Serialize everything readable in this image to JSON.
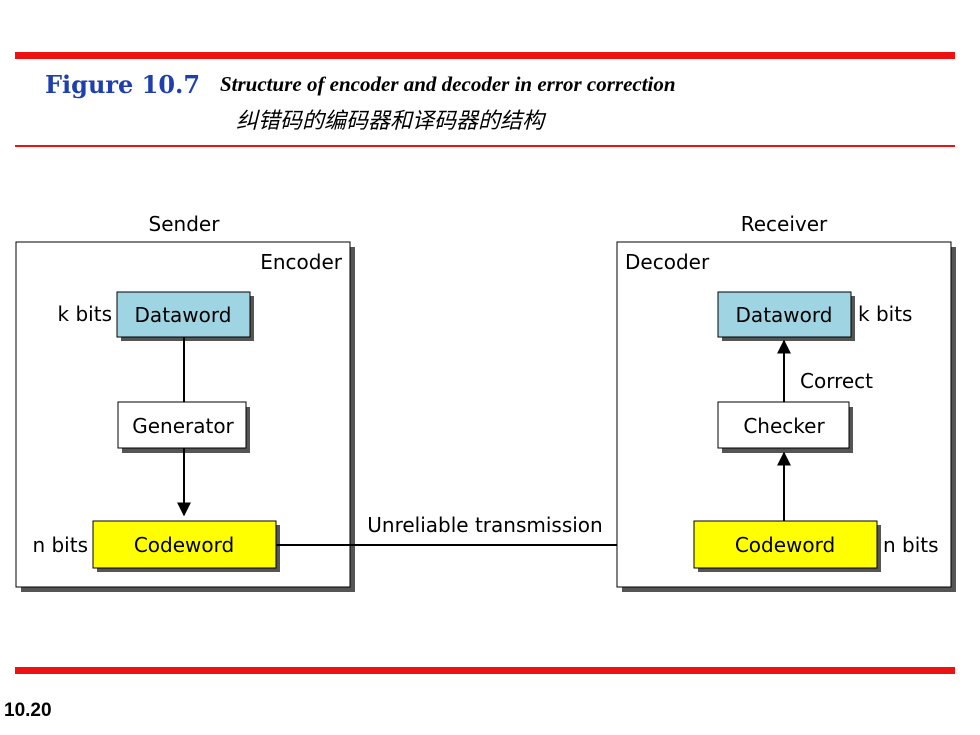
{
  "header": {
    "figure_label": "Figure 10.7",
    "caption": "Structure of encoder and decoder in error correction",
    "caption_cn": "纠错码的编码器和译码器的结构"
  },
  "diagram": {
    "sender": {
      "title": "Sender",
      "panel_label": "Encoder",
      "dataword": "Dataword",
      "dataword_size": "k bits",
      "generator": "Generator",
      "codeword": "Codeword",
      "codeword_size": "n bits"
    },
    "receiver": {
      "title": "Receiver",
      "panel_label": "Decoder",
      "dataword": "Dataword",
      "dataword_size": "k bits",
      "checker": "Checker",
      "correct_label": "Correct",
      "codeword": "Codeword",
      "codeword_size": "n bits"
    },
    "channel_label": "Unreliable transmission"
  },
  "colors": {
    "accent_rule": "#ee1111",
    "figure_label": "#1f3fae",
    "dataword_fill": "#9fd4e3",
    "codeword_fill": "#ffff00"
  },
  "footer": {
    "slide_number": "10.20"
  }
}
